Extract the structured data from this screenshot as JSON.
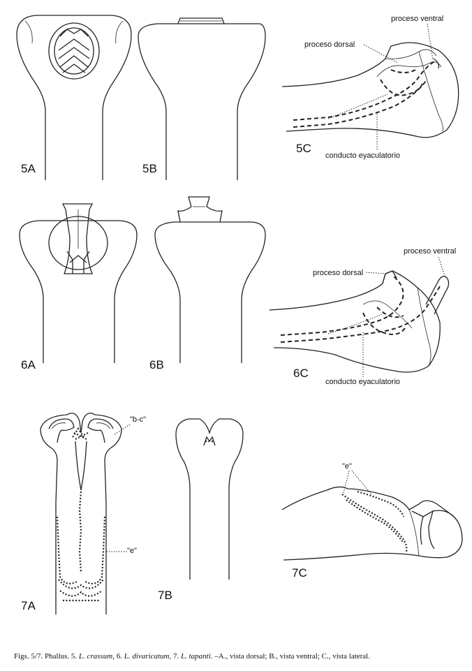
{
  "figures": {
    "f5a": "5A",
    "f5b": "5B",
    "f5c": "5C",
    "f6a": "6A",
    "f6b": "6B",
    "f6c": "6C",
    "f7a": "7A",
    "f7b": "7B",
    "f7c": "7C"
  },
  "annotations": {
    "c5_ventral": "proceso ventral",
    "c5_dorsal": "proceso dorsal",
    "c5_conducto": "conducto eyaculatorio",
    "c6_ventral": "proceso ventral",
    "c6_dorsal": "proceso dorsal",
    "c6_conducto": "conducto eyaculatorio",
    "a7_bc": "\"b-c\"",
    "a7_e": "\"e\"",
    "c7_e": "\"e\""
  },
  "caption": {
    "prefix": "Figs. 5/7. Phallus. 5. ",
    "sp1": "L. crassum",
    "mid1": ", 6. ",
    "sp2": "L. divaricatum",
    "mid2": ", 7. ",
    "sp3": "L. tapanti",
    "suffix": ". –A., vista dorsal; B., vista ventral; C., vista lateral."
  }
}
